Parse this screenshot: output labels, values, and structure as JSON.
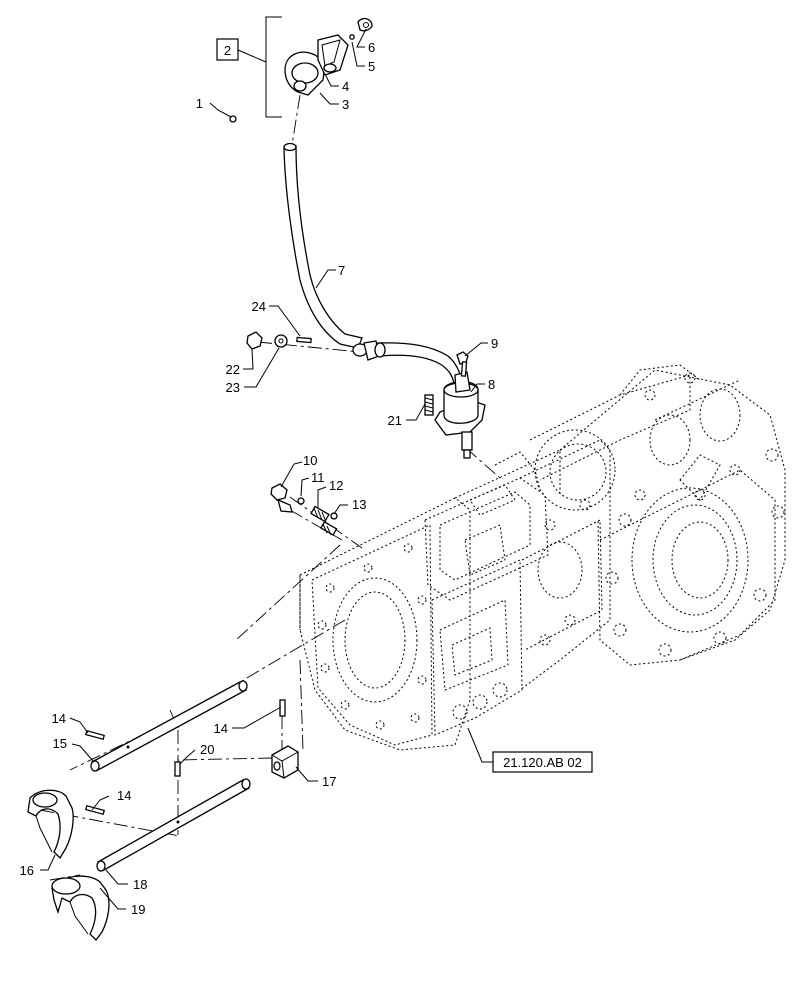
{
  "kit_label": "2",
  "reference_label": "21.120.AB 02",
  "callouts": {
    "c1": "1",
    "c2": "2",
    "c3": "3",
    "c4": "4",
    "c5": "5",
    "c6": "6",
    "c7": "7",
    "c8": "8",
    "c9": "9",
    "c10": "10",
    "c11": "11",
    "c12": "12",
    "c13": "13",
    "c14a": "14",
    "c14b": "14",
    "c14c": "14",
    "c15": "15",
    "c16": "16",
    "c17": "17",
    "c18": "18",
    "c19": "19",
    "c20": "20",
    "c21": "21",
    "c22": "22",
    "c23": "23",
    "c24": "24"
  }
}
